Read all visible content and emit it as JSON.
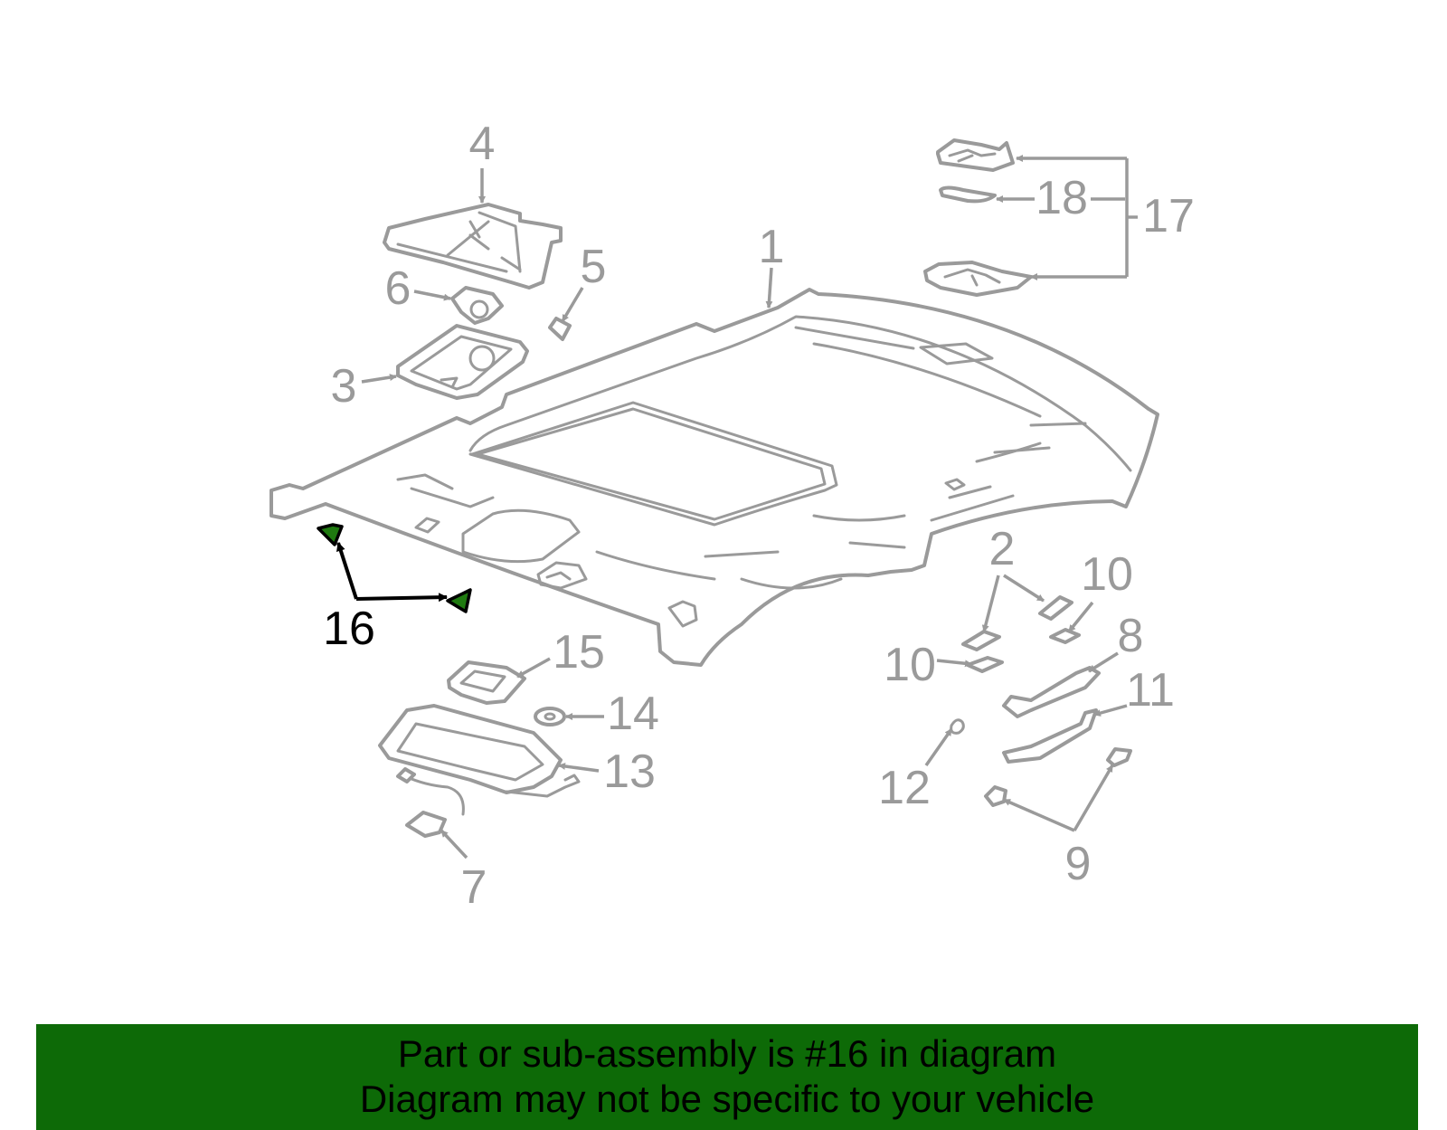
{
  "diagram": {
    "callouts": {
      "c1": "1",
      "c2": "2",
      "c3": "3",
      "c4": "4",
      "c5": "5",
      "c6": "6",
      "c7": "7",
      "c8": "8",
      "c9": "9",
      "c10a": "10",
      "c10b": "10",
      "c11": "11",
      "c12": "12",
      "c13": "13",
      "c14": "14",
      "c15": "15",
      "c16": "16",
      "c17": "17",
      "c18": "18"
    },
    "highlighted_part": "16",
    "colors": {
      "line_art": "#9a9a9a",
      "highlight_fill": "#1f7a10",
      "highlight_callout": "#000000",
      "banner_background": "#0d6a07"
    }
  },
  "banner": {
    "line1": "Part or sub-assembly is #16 in diagram",
    "line2": "Diagram may not be specific to your vehicle"
  }
}
